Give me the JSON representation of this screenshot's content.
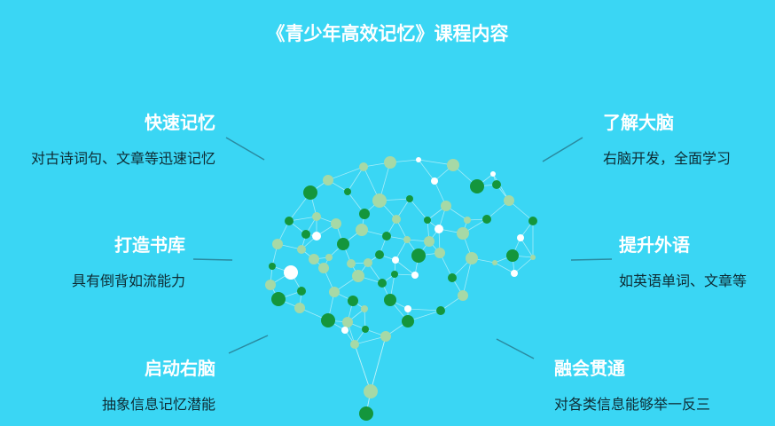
{
  "title": "《青少年高效记忆》课程内容",
  "items": [
    {
      "heading": "快速记忆",
      "desc": "对古诗词句、文章等迅速记忆"
    },
    {
      "heading": "打造书库",
      "desc": "具有倒背如流能力"
    },
    {
      "heading": "启动右脑",
      "desc": "抽象信息记忆潜能"
    },
    {
      "heading": "了解大脑",
      "desc": "右脑开发，全面学习"
    },
    {
      "heading": "提升外语",
      "desc": "如英语单词、文章等"
    },
    {
      "heading": "融会贯通",
      "desc": "对各类信息能够举一反三"
    }
  ],
  "colors": {
    "background": "#3ad6f4",
    "heading": "#ffffff",
    "text": "#0d2b33",
    "node_dark": "#14963c",
    "node_light": "#a6d9a6",
    "node_white": "#ffffff"
  }
}
